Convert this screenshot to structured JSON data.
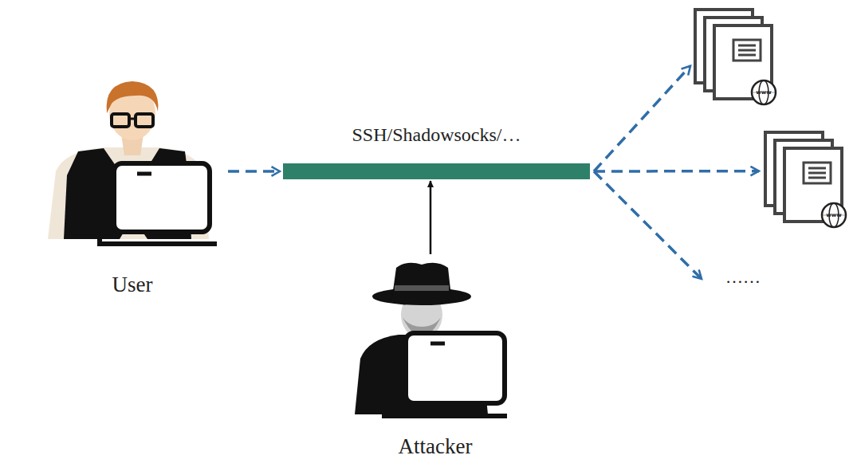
{
  "diagram": {
    "nodes": [
      {
        "text": [
          "User"
        ]
      },
      {
        "text": [
          "SSH/Shadowsocks/…"
        ]
      },
      {
        "text": [
          "www"
        ]
      },
      {
        "text": [
          "www"
        ]
      },
      {
        "text": [
          "……"
        ]
      },
      {
        "text": [
          "Attacker"
        ]
      }
    ],
    "edges": [
      {
        "from": 0,
        "to": 1,
        "arrow": "to"
      },
      {
        "from": 1,
        "to": 2,
        "arrow": "to"
      },
      {
        "from": 1,
        "to": 3,
        "arrow": "to"
      },
      {
        "from": 1,
        "to": 4,
        "arrow": "to"
      },
      {
        "from": 5,
        "to": 1,
        "arrow": "to"
      }
    ]
  }
}
